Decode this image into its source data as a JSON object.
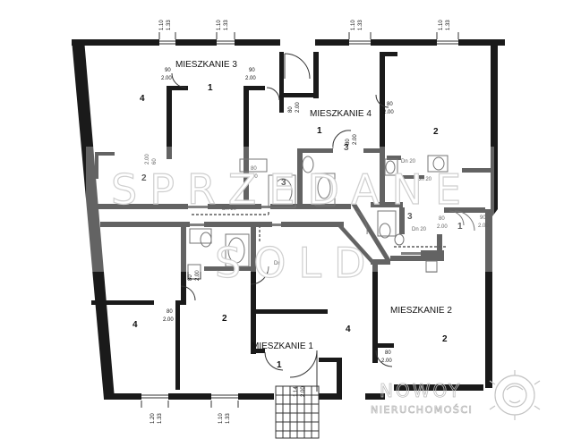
{
  "overlay": {
    "line1": "SPRZEDANE",
    "line2": "SOLD"
  },
  "watermark": {
    "brand": "NOWOY",
    "subtitle": "NIERUCHOMOŚCI"
  },
  "apartments": {
    "m1": "MIESZKANIE 1",
    "m2": "MIESZKANIE 2",
    "m3": "MIESZKANIE 3",
    "m4": "MIESZKANIE 4"
  },
  "rooms": {
    "r_m3_4": "4",
    "r_m3_1": "1",
    "r_m4_1": "1",
    "r_m4_2": "2",
    "r_m4_3": "3",
    "r_c_2": "2",
    "r_c_3": "3",
    "r_c_3b": "3",
    "r_c_1": "1",
    "r_l_4": "4",
    "r_l_2": "2",
    "r_l_4b": "4",
    "r_l_1": "1",
    "r_m2_2": "2"
  },
  "dims": {
    "top1_a": "1.10",
    "top1_b": "1.33",
    "top2_a": "1.10",
    "top2_b": "1.33",
    "top3_a": "1.10",
    "top3_b": "1.33",
    "top4_a": "1.10",
    "top4_b": "1.33",
    "bot1_a": "1.20",
    "bot1_b": "1.33",
    "bot2_a": "1.10",
    "bot2_b": "1.33",
    "bot3_a": "1.14",
    "bot3_b": "2.00",
    "d90_a": "90",
    "d200_a": "2.00",
    "d90_b": "90",
    "d200_b": "2.00",
    "d80_a": "80",
    "d200_c": "2.00",
    "d80_b": "80",
    "d200_d": "2.00",
    "d80_c": "80",
    "d200_e": "2.00",
    "d80_d": "80",
    "d200_f": "2.00",
    "d80_e": "80",
    "d200_g": "2.00",
    "d80_f": "80",
    "d200_h": "2.00",
    "d80_g": "80",
    "d200_i": "2.00",
    "d90_c": "90",
    "d200_j": "2.00",
    "d80_h": "80",
    "d200_k": "2.00",
    "d60_a": "60",
    "d200_l": "2.00"
  },
  "labels": {
    "dn20_a": "Dn 20",
    "dn20_b": "Dn 20",
    "dn20_c": "Dn 20",
    "dn20_d": "Dn 20",
    "dn_a": "Dn"
  }
}
